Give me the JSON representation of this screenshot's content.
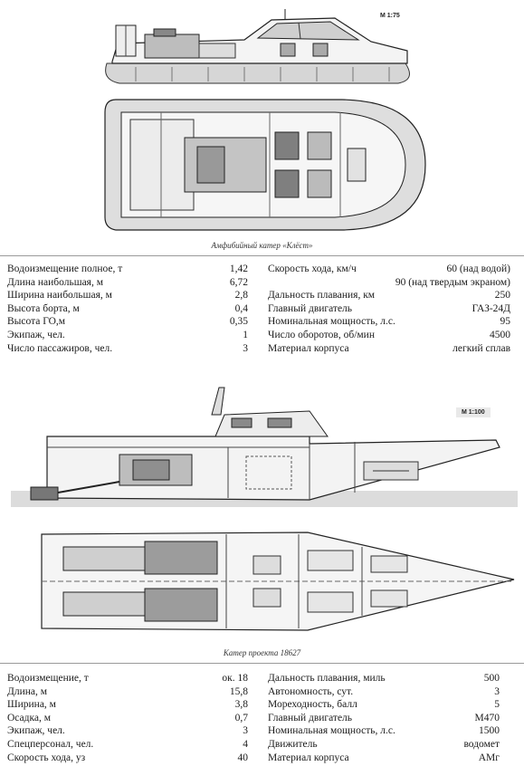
{
  "vessel1": {
    "scale": "М 1:75",
    "caption": "Амфибийный катер «Клёст»",
    "left_specs": [
      {
        "label": "Водоизмещение полное, т",
        "value": "1,42"
      },
      {
        "label": "Длина наибольшая, м",
        "value": "6,72"
      },
      {
        "label": "Ширина наибольшая, м",
        "value": "2,8"
      },
      {
        "label": "Высота борта, м",
        "value": "0,4"
      },
      {
        "label": "Высота ГО,м",
        "value": "0,35"
      },
      {
        "label": "Экипаж, чел.",
        "value": "1"
      },
      {
        "label": "Число пассажиров, чел.",
        "value": "3"
      }
    ],
    "right_specs": [
      {
        "label": "Скорость хода, км/ч",
        "value": "60 (над водой)"
      },
      {
        "label": "",
        "value": "90 (над твердым экраном)"
      },
      {
        "label": "Дальность плавания, км",
        "value": "250"
      },
      {
        "label": "Главный двигатель",
        "value": "ГАЗ-24Д"
      },
      {
        "label": "Номинальная мощность, л.с.",
        "value": "95"
      },
      {
        "label": "Число оборотов, об/мин",
        "value": "4500"
      },
      {
        "label": "Материал корпуса",
        "value": "легкий сплав"
      }
    ]
  },
  "vessel2": {
    "scale": "М 1:100",
    "caption": "Катер проекта 18627",
    "left_specs": [
      {
        "label": "Водоизмещение, т",
        "value": "ок. 18"
      },
      {
        "label": "Длина, м",
        "value": "15,8"
      },
      {
        "label": "Ширина, м",
        "value": "3,8"
      },
      {
        "label": "Осадка, м",
        "value": "0,7"
      },
      {
        "label": "Экипаж, чел.",
        "value": "3"
      },
      {
        "label": "Спецперсонал, чел.",
        "value": "4"
      },
      {
        "label": "Скорость хода, уз",
        "value": "40"
      }
    ],
    "right_specs": [
      {
        "label": "Дальность плавания, миль",
        "value": "500"
      },
      {
        "label": "Автономность, сут.",
        "value": "3"
      },
      {
        "label": "Мореходность, балл",
        "value": "5"
      },
      {
        "label": "Главный двигатель",
        "value": "М470"
      },
      {
        "label": "Номинальная мощность, л.с.",
        "value": "1500"
      },
      {
        "label": "Движитель",
        "value": "водомет"
      },
      {
        "label": "Материал корпуса",
        "value": "АМг"
      }
    ]
  }
}
